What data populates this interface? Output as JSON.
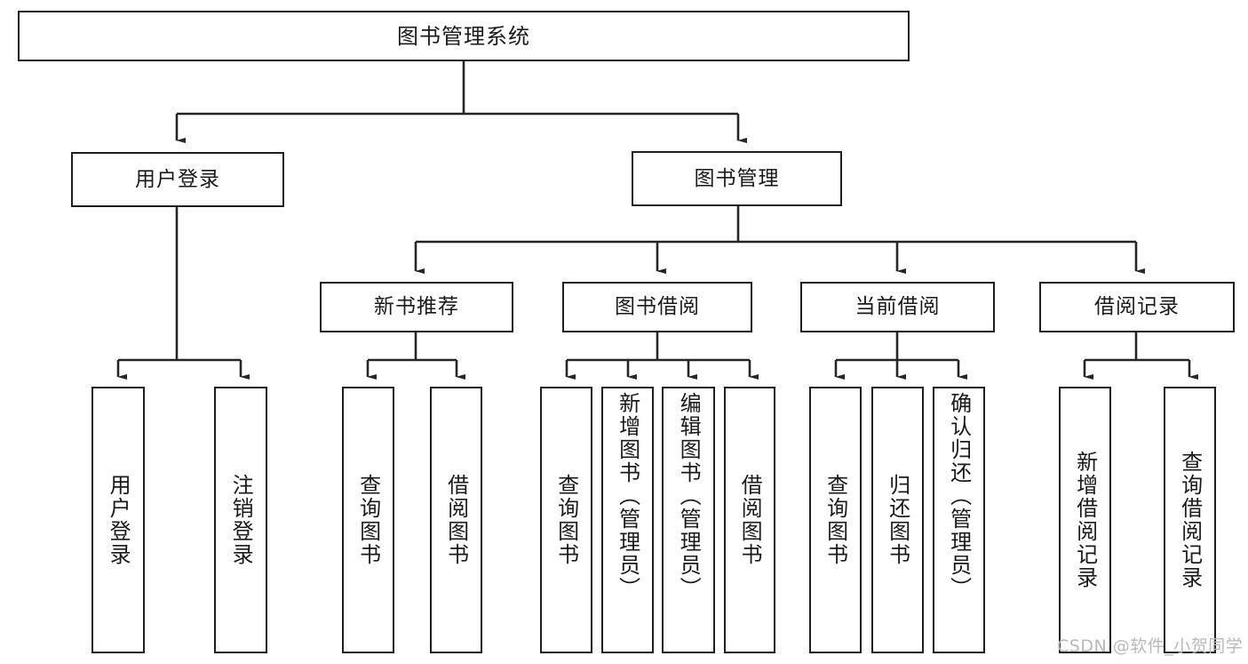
{
  "diagram": {
    "title": "图书管理系统",
    "type": "hierarchy-tree",
    "watermark": "CSDN @软件_小贺同学",
    "colors": {
      "box_border": "#1f1f1f",
      "box_fill": "#ffffff",
      "connector": "#262626",
      "text": "#1a1a1a",
      "watermark": "#b9b9b9"
    },
    "levels": {
      "root": {
        "label": "图书管理系统"
      },
      "level2": [
        {
          "id": "user-login",
          "label": "用户登录"
        },
        {
          "id": "book-management",
          "label": "图书管理"
        }
      ],
      "level3": [
        {
          "id": "new-book-recommend",
          "label": "新书推荐"
        },
        {
          "id": "book-borrow",
          "label": "图书借阅"
        },
        {
          "id": "current-borrow",
          "label": "当前借阅"
        },
        {
          "id": "borrow-record",
          "label": "借阅记录"
        }
      ],
      "leaves": {
        "user_login": [
          {
            "id": "leaf-user-login",
            "label": "用户登录"
          },
          {
            "id": "leaf-logout",
            "label": "注销登录"
          }
        ],
        "new_book_recommend": [
          {
            "id": "leaf-query-book-1",
            "label": "查询图书"
          },
          {
            "id": "leaf-borrow-book-1",
            "label": "借阅图书"
          }
        ],
        "book_borrow": [
          {
            "id": "leaf-query-book-2",
            "label": "查询图书"
          },
          {
            "id": "leaf-add-book",
            "label": "新增图书（管理员）"
          },
          {
            "id": "leaf-edit-book",
            "label": "编辑图书（管理员）"
          },
          {
            "id": "leaf-borrow-book-2",
            "label": "借阅图书"
          }
        ],
        "current_borrow": [
          {
            "id": "leaf-query-book-3",
            "label": "查询图书"
          },
          {
            "id": "leaf-return-book",
            "label": "归还图书"
          },
          {
            "id": "leaf-confirm-return",
            "label": "确认归还（管理员）"
          }
        ],
        "borrow_record": [
          {
            "id": "leaf-add-record",
            "label": "新增借阅记录"
          },
          {
            "id": "leaf-query-record",
            "label": "查询借阅记录"
          }
        ]
      }
    }
  }
}
